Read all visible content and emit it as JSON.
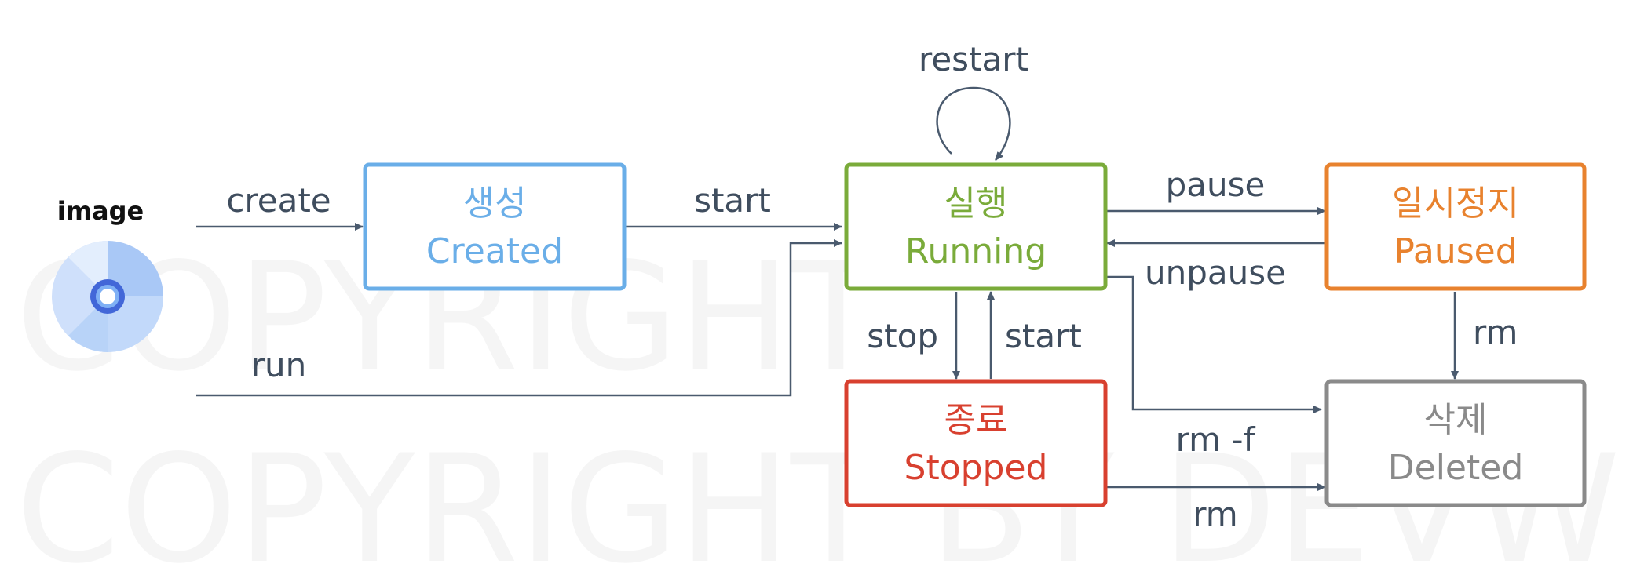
{
  "image": {
    "label": "image"
  },
  "states": {
    "created": {
      "korean": "생성",
      "english": "Created",
      "color": "#6aaee8"
    },
    "running": {
      "korean": "실행",
      "english": "Running",
      "color": "#7aab3a"
    },
    "paused": {
      "korean": "일시정지",
      "english": "Paused",
      "color": "#e8822e"
    },
    "stopped": {
      "korean": "종료",
      "english": "Stopped",
      "color": "#d8402f"
    },
    "deleted": {
      "korean": "삭제",
      "english": "Deleted",
      "color": "#8a8a8a"
    }
  },
  "transitions": {
    "create": "create",
    "start_created": "start",
    "run": "run",
    "restart": "restart",
    "pause": "pause",
    "unpause": "unpause",
    "stop": "stop",
    "start_stopped": "start",
    "rm_paused": "rm",
    "rm_force": "rm -f",
    "rm_stopped": "rm"
  },
  "watermark": {
    "line1": "COPYRIGHT",
    "line2": "COPYRIGHT BY DEVW"
  },
  "colors": {
    "arrow": "#4a5a6e",
    "label": "#3f4d5e",
    "disc": "#a9c8f6",
    "disc_center": "#4267d8"
  }
}
